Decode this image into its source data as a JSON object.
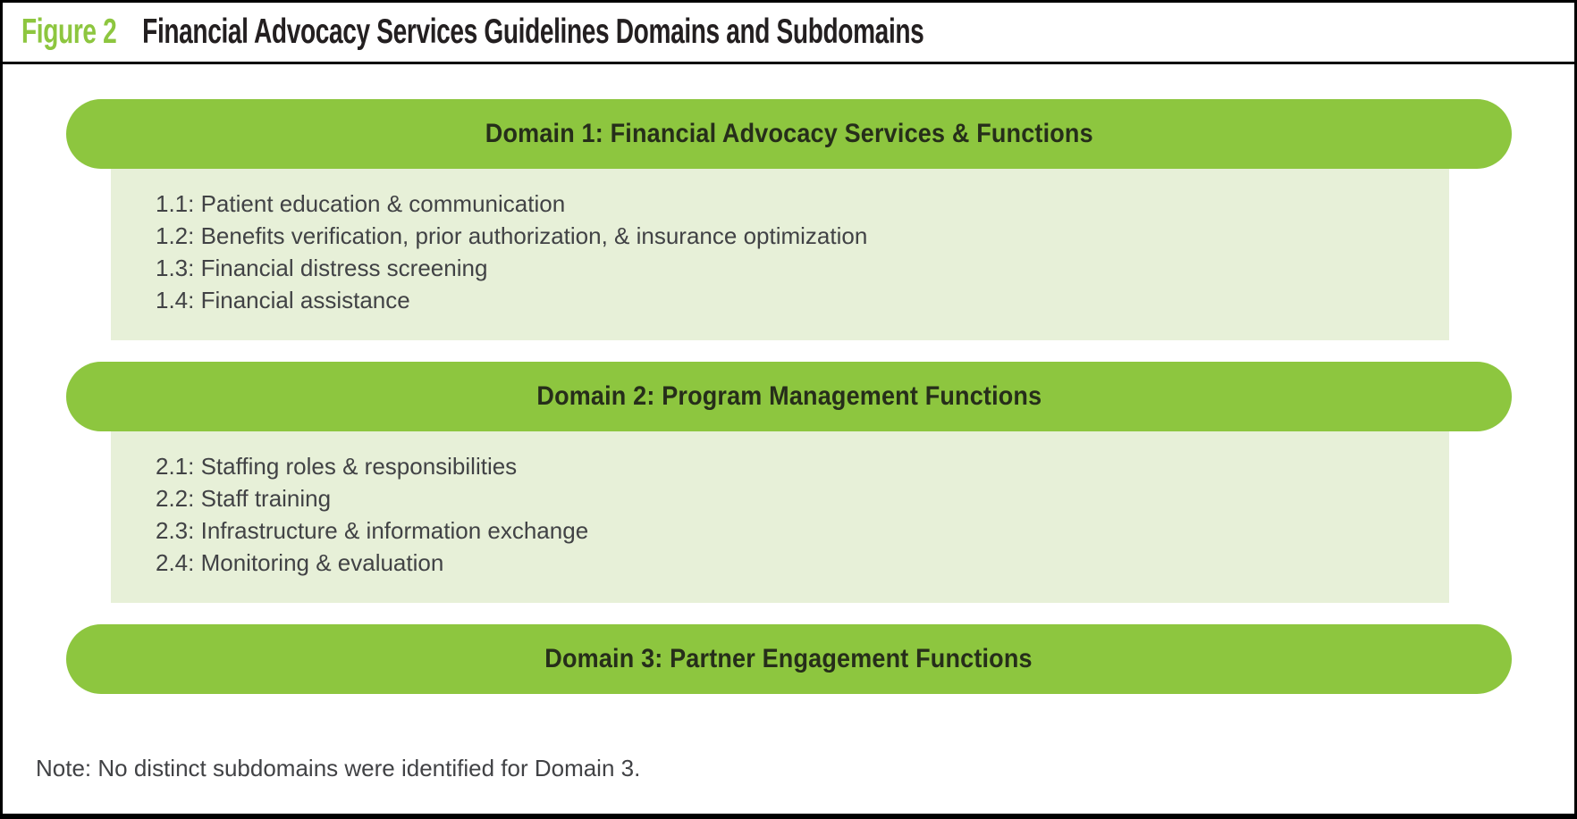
{
  "figure": {
    "label": "Figure 2",
    "title": "Financial Advocacy Services Guidelines Domains and Subdomains",
    "note": "Note: No distinct subdomains were identified for Domain 3."
  },
  "colors": {
    "green": "#8DC63F",
    "pale_green": "#E7F0D8",
    "pill_text": "#262E1A",
    "body_text": "#414245",
    "title_text": "#231F20",
    "border": "#000000"
  },
  "domains": [
    {
      "title": "Domain 1: Financial Advocacy Services & Functions",
      "subdomains": [
        "1.1: Patient education & communication",
        "1.2: Benefits verification, prior authorization, & insurance optimization",
        "1.3: Financial distress screening",
        "1.4: Financial assistance"
      ]
    },
    {
      "title": "Domain 2: Program Management Functions",
      "subdomains": [
        "2.1: Staffing roles & responsibilities",
        "2.2: Staff training",
        "2.3: Infrastructure & information exchange",
        "2.4: Monitoring & evaluation"
      ]
    },
    {
      "title": "Domain 3: Partner Engagement Functions",
      "subdomains": []
    }
  ]
}
